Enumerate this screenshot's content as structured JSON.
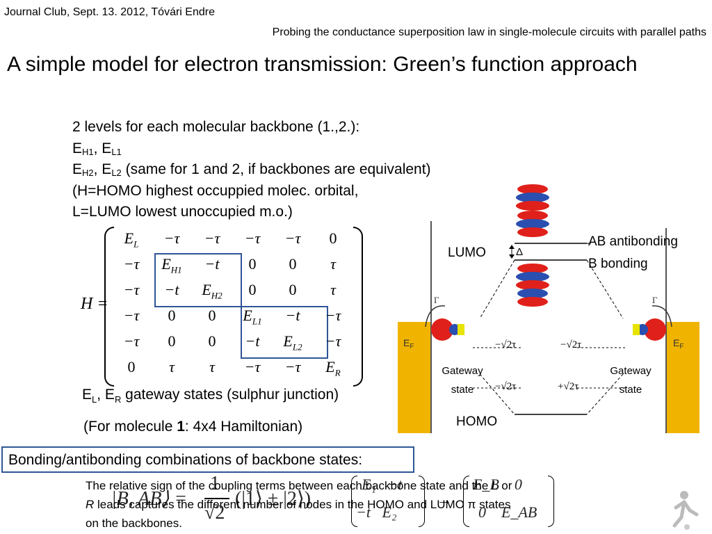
{
  "header": {
    "left": "Journal Club, Sept. 13. 2012, Tóvári Endre",
    "right": "Probing the conductance superposition law in single-molecule circuits with parallel paths"
  },
  "title": "A simple model for electron transmission: Green’s function approach",
  "bullets": {
    "line1": "2 levels for each molecular backbone (1.,2.):",
    "line2_a": "E",
    "line2_a_sub": "H1",
    "line2_b": ", E",
    "line2_b_sub": "L1",
    "line3_a": "E",
    "line3_a_sub": "H2",
    "line3_b": ", E",
    "line3_b_sub": "L2",
    "line3_c": " (same for 1 and 2, if backbones are equivalent)",
    "line4": "(H=HOMO highest occuppied molec. orbital,",
    "line5": "L=LUMO lowest unoccupied m.o.)"
  },
  "matrix": {
    "label": "H =",
    "rows": [
      [
        "E_L",
        "−τ",
        "−τ",
        "−τ",
        "−τ",
        "0"
      ],
      [
        "−τ",
        "E_H1",
        "−t",
        "0",
        "0",
        "τ"
      ],
      [
        "−τ",
        "−t",
        "E_H2",
        "0",
        "0",
        "τ"
      ],
      [
        "−τ",
        "0",
        "0",
        "E_L1",
        "−t",
        "−τ"
      ],
      [
        "−τ",
        "0",
        "0",
        "−t",
        "E_L2",
        "−τ"
      ],
      [
        "0",
        "τ",
        "τ",
        "−τ",
        "−τ",
        "E_R"
      ]
    ]
  },
  "gateway": {
    "a": "E",
    "a_sub": "L",
    "b": ", E",
    "b_sub": "R",
    "c": " gateway states (sulphur junction)"
  },
  "formol": {
    "a": "(For molecule ",
    "b": "1",
    "c": ": 4x4 Hamiltonian)"
  },
  "bonding_box": "Bonding/antibonding combinations of backbone states:",
  "relative": {
    "line1_a": "The relative sign of the coupling terms between each backbone state and the ",
    "line1_b": "L",
    "line1_c": " or",
    "line2_a": "R",
    "line2_b": " leads captures the different number of nodes in the HOMO and LUMO  π  states",
    "line3": "on the backbones."
  },
  "diagram": {
    "lumo": "LUMO",
    "homo": "HOMO",
    "ab": "AB antibonding",
    "b": "B bonding",
    "gateway_left_1": "Gateway",
    "gateway_left_2": "state",
    "gateway_right_1": "Gateway",
    "gateway_right_2": "state",
    "ef": "E",
    "ef_sub": "F",
    "gamma": "Γ",
    "sqrt_l1": "−√2τ",
    "sqrt_r1": "−√2τ",
    "sqrt_l2": "−√2τ",
    "sqrt_r2": "+√2τ",
    "delta": "Δ"
  },
  "overlay": {
    "ket": "|B, AB⟩ = ",
    "frac_num": "1",
    "frac_den": "√2",
    "ket2": "(|1⟩ ± |2⟩)",
    "m1": "E₁   −t",
    "m2": "−t   E₂",
    "m3": "E_B    0",
    "m4": "0    E_AB",
    "arrow": "→"
  },
  "colors": {
    "accent": "#2f5597",
    "lead": "#f0b400",
    "red": "#e0201a",
    "blue": "#2a4fb0"
  }
}
